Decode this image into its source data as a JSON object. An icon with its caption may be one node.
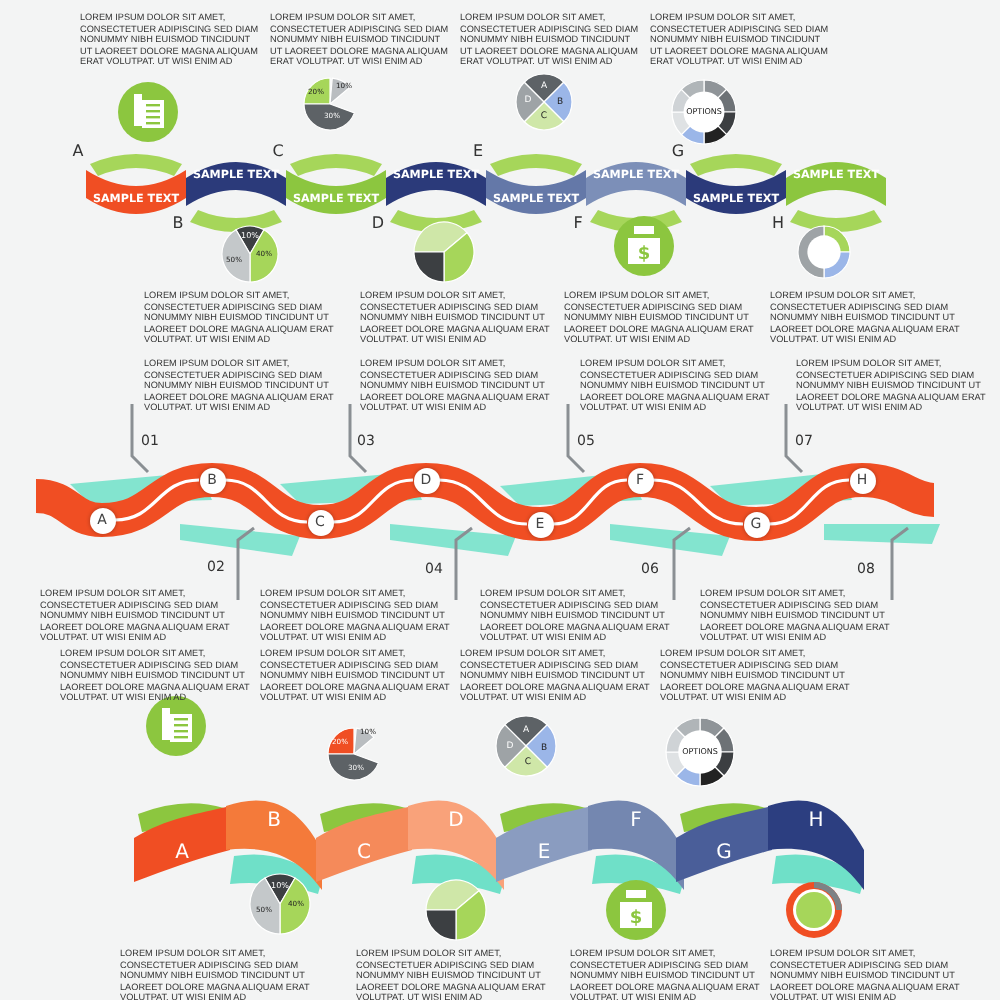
{
  "diagram": {
    "nodes": [
      {
        "text": [
          "SAMPLE TEXT"
        ]
      },
      {
        "text": [
          "SAMPLE TEXT"
        ]
      },
      {
        "text": [
          "SAMPLE TEXT"
        ]
      },
      {
        "text": [
          "SAMPLE TEXT"
        ]
      },
      {
        "text": [
          "SAMPLE TEXT"
        ]
      },
      {
        "text": [
          "SAMPLE TEXT"
        ]
      },
      {
        "text": [
          "SAMPLE TEXT"
        ]
      },
      {
        "text": [
          "SAMPLE TEXT"
        ]
      },
      {
        "text": [
          "A"
        ]
      },
      {
        "text": [
          "B"
        ]
      },
      {
        "text": [
          "C"
        ]
      },
      {
        "text": [
          "D"
        ]
      },
      {
        "text": [
          "E"
        ]
      },
      {
        "text": [
          "F"
        ]
      },
      {
        "text": [
          "G"
        ]
      },
      {
        "text": [
          "H"
        ]
      },
      {
        "text": [
          "A"
        ]
      },
      {
        "text": [
          "B"
        ]
      },
      {
        "text": [
          "C"
        ]
      },
      {
        "text": [
          "D"
        ]
      },
      {
        "text": [
          "E"
        ]
      },
      {
        "text": [
          "F"
        ]
      },
      {
        "text": [
          "G"
        ]
      },
      {
        "text": [
          "H"
        ]
      }
    ],
    "edges": [
      {
        "from": 8,
        "to": 9,
        "arrow": "none"
      },
      {
        "from": 9,
        "to": 10,
        "arrow": "none"
      },
      {
        "from": 10,
        "to": 11,
        "arrow": "none"
      },
      {
        "from": 11,
        "to": 12,
        "arrow": "none"
      },
      {
        "from": 12,
        "to": 13,
        "arrow": "none"
      },
      {
        "from": 13,
        "to": 14,
        "arrow": "none"
      },
      {
        "from": 14,
        "to": 15,
        "arrow": "none"
      }
    ],
    "labels": [
      "LOREM IPSUM DOLOR SIT AMET, CONSECTETUER ADIPISCING SED DIAM NONUMMY NIBH EUISMOD TINCIDUNT UT LAOREET DOLORE MAGNA ALIQUAM ERAT VOLUTPAT. UT WISI ENIM AD",
      "LOREM IPSUM DOLOR SIT AMET, CONSECTETUER ADIPISCING SED DIAM NONUMMY NIBH EUISMOD TINCIDUNT UT LAOREET DOLORE MAGNA ALIQUAM ERAT VOLUTPAT. UT WISI ENIM AD",
      "LOREM IPSUM DOLOR SIT AMET, CONSECTETUER ADIPISCING SED DIAM NONUMMY NIBH EUISMOD TINCIDUNT UT LAOREET DOLORE MAGNA ALIQUAM ERAT VOLUTPAT. UT WISI ENIM AD",
      "LOREM IPSUM DOLOR SIT AMET, CONSECTETUER ADIPISCING SED DIAM NONUMMY NIBH EUISMOD TINCIDUNT UT LAOREET DOLORE MAGNA ALIQUAM ERAT VOLUTPAT. UT WISI ENIM AD",
      "20%",
      "10%",
      "30%",
      "A",
      "B",
      "C",
      "D",
      "OPTIONS",
      "A",
      "C",
      "E",
      "G",
      "B",
      "D",
      "F",
      "H",
      "10%",
      "40%",
      "50%",
      "$",
      "LOREM IPSUM DOLOR SIT AMET, CONSECTETUER ADIPISCING SED DIAM NONUMMY NIBH EUISMOD TINCIDUNT UT LAOREET DOLORE MAGNA ALIQUAM ERAT VOLUTPAT. UT WISI ENIM AD",
      "LOREM IPSUM DOLOR SIT AMET, CONSECTETUER ADIPISCING SED DIAM NONUMMY NIBH EUISMOD TINCIDUNT UT LAOREET DOLORE MAGNA ALIQUAM ERAT VOLUTPAT. UT WISI ENIM AD",
      "LOREM IPSUM DOLOR SIT AMET, CONSECTETUER ADIPISCING SED DIAM NONUMMY NIBH EUISMOD TINCIDUNT UT LAOREET DOLORE MAGNA ALIQUAM ERAT VOLUTPAT. UT WISI ENIM AD",
      "LOREM IPSUM DOLOR SIT AMET, CONSECTETUER ADIPISCING SED DIAM NONUMMY NIBH EUISMOD TINCIDUNT UT LAOREET DOLORE MAGNA ALIQUAM ERAT VOLUTPAT. UT WISI ENIM AD",
      "LOREM IPSUM DOLOR SIT AMET, CONSECTETUER ADIPISCING SED DIAM NONUMMY NIBH EUISMOD TINCIDUNT UT LAOREET DOLORE MAGNA ALIQUAM ERAT VOLUTPAT. UT WISI ENIM AD",
      "LOREM IPSUM DOLOR SIT AMET, CONSECTETUER ADIPISCING SED DIAM NONUMMY NIBH EUISMOD TINCIDUNT UT LAOREET DOLORE MAGNA ALIQUAM ERAT VOLUTPAT. UT WISI ENIM AD",
      "LOREM IPSUM DOLOR SIT AMET, CONSECTETUER ADIPISCING SED DIAM NONUMMY NIBH EUISMOD TINCIDUNT UT LAOREET DOLORE MAGNA ALIQUAM ERAT VOLUTPAT. UT WISI ENIM AD",
      "LOREM IPSUM DOLOR SIT AMET, CONSECTETUER ADIPISCING SED DIAM NONUMMY NIBH EUISMOD TINCIDUNT UT LAOREET DOLORE MAGNA ALIQUAM ERAT VOLUTPAT. UT WISI ENIM AD",
      "01",
      "03",
      "05",
      "07",
      "02",
      "04",
      "06",
      "08",
      "LOREM IPSUM DOLOR SIT AMET, CONSECTETUER ADIPISCING SED DIAM NONUMMY NIBH EUISMOD TINCIDUNT UT LAOREET DOLORE MAGNA ALIQUAM ERAT VOLUTPAT. UT WISI ENIM AD",
      "LOREM IPSUM DOLOR SIT AMET, CONSECTETUER ADIPISCING SED DIAM NONUMMY NIBH EUISMOD TINCIDUNT UT LAOREET DOLORE MAGNA ALIQUAM ERAT VOLUTPAT. UT WISI ENIM AD",
      "LOREM IPSUM DOLOR SIT AMET, CONSECTETUER ADIPISCING SED DIAM NONUMMY NIBH EUISMOD TINCIDUNT UT LAOREET DOLORE MAGNA ALIQUAM ERAT VOLUTPAT. UT WISI ENIM AD",
      "LOREM IPSUM DOLOR SIT AMET, CONSECTETUER ADIPISCING SED DIAM NONUMMY NIBH EUISMOD TINCIDUNT UT LAOREET DOLORE MAGNA ALIQUAM ERAT VOLUTPAT. UT WISI ENIM AD",
      "LOREM IPSUM DOLOR SIT AMET, CONSECTETUER ADIPISCING SED DIAM NONUMMY NIBH EUISMOD TINCIDUNT UT LAOREET DOLORE MAGNA ALIQUAM ERAT VOLUTPAT. UT WISI ENIM AD",
      "LOREM IPSUM DOLOR SIT AMET, CONSECTETUER ADIPISCING SED DIAM NONUMMY NIBH EUISMOD TINCIDUNT UT LAOREET DOLORE MAGNA ALIQUAM ERAT VOLUTPAT. UT WISI ENIM AD",
      "LOREM IPSUM DOLOR SIT AMET, CONSECTETUER ADIPISCING SED DIAM NONUMMY NIBH EUISMOD TINCIDUNT UT LAOREET DOLORE MAGNA ALIQUAM ERAT VOLUTPAT. UT WISI ENIM AD",
      "LOREM IPSUM DOLOR SIT AMET, CONSECTETUER ADIPISCING SED DIAM NONUMMY NIBH EUISMOD TINCIDUNT UT LAOREET DOLORE MAGNA ALIQUAM ERAT VOLUTPAT. UT WISI ENIM AD",
      "20%",
      "10%",
      "30%",
      "A",
      "B",
      "C",
      "D",
      "OPTIONS",
      "10%",
      "40%",
      "50%",
      "$",
      "LOREM IPSUM DOLOR SIT AMET, CONSECTETUER ADIPISCING SED DIAM NONUMMY NIBH EUISMOD TINCIDUNT UT LAOREET DOLORE MAGNA ALIQUAM ERAT VOLUTPAT. UT WISI ENIM AD",
      "LOREM IPSUM DOLOR SIT AMET, CONSECTETUER ADIPISCING SED DIAM NONUMMY NIBH EUISMOD TINCIDUNT UT LAOREET DOLORE MAGNA ALIQUAM ERAT VOLUTPAT. UT WISI ENIM AD",
      "LOREM IPSUM DOLOR SIT AMET, CONSECTETUER ADIPISCING SED DIAM NONUMMY NIBH EUISMOD TINCIDUNT UT LAOREET DOLORE MAGNA ALIQUAM ERAT VOLUTPAT. UT WISI ENIM AD",
      "LOREM IPSUM DOLOR SIT AMET, CONSECTETUER ADIPISCING SED DIAM NONUMMY NIBH EUISMOD TINCIDUNT UT LAOREET DOLORE MAGNA ALIQUAM ERAT VOLUTPAT. UT WISI ENIM AD"
    ]
  }
}
